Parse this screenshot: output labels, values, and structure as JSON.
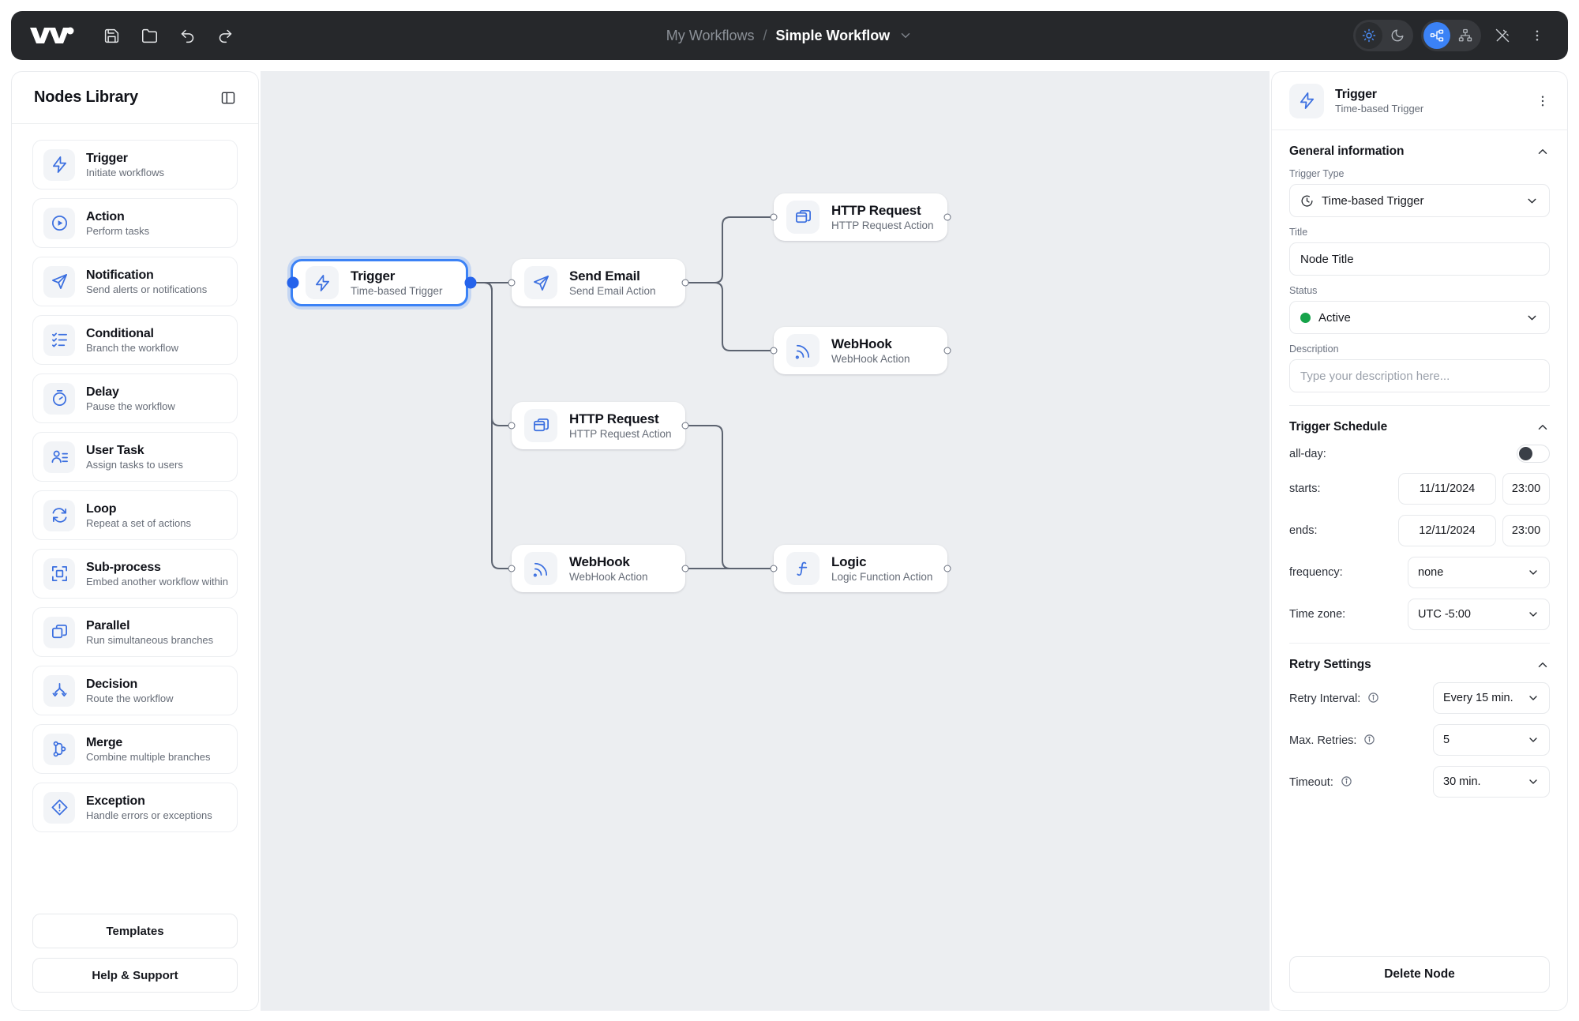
{
  "topbar": {
    "logo_name": "app-logo",
    "tools": [
      {
        "name": "save-icon",
        "label": "Save"
      },
      {
        "name": "open-folder-icon",
        "label": "Open"
      },
      {
        "name": "undo-icon",
        "label": "Undo"
      },
      {
        "name": "redo-icon",
        "label": "Redo"
      }
    ],
    "breadcrumb": {
      "parent": "My Workflows",
      "separator": "/",
      "current": "Simple Workflow"
    },
    "right_controls": {
      "theme": [
        {
          "name": "sun-icon",
          "label": "Light",
          "active": true
        },
        {
          "name": "moon-icon",
          "label": "Dark",
          "active": false
        }
      ],
      "layout": [
        {
          "name": "horizontal-layout-icon",
          "label": "Horizontal",
          "active": true
        },
        {
          "name": "vertical-layout-icon",
          "label": "Vertical",
          "active": false
        }
      ],
      "magic_wand": "magic-wand-icon",
      "more": "more-vertical-icon"
    }
  },
  "sidebar": {
    "title": "Nodes Library",
    "collapse_icon": "panel-collapse-icon",
    "items": [
      {
        "name": "Trigger",
        "desc": "Initiate workflows",
        "icon": "bolt-icon"
      },
      {
        "name": "Action",
        "desc": "Perform tasks",
        "icon": "play-circle-icon"
      },
      {
        "name": "Notification",
        "desc": "Send alerts or notifications",
        "icon": "send-icon"
      },
      {
        "name": "Conditional",
        "desc": "Branch the workflow",
        "icon": "checklist-icon"
      },
      {
        "name": "Delay",
        "desc": "Pause the workflow",
        "icon": "timer-icon"
      },
      {
        "name": "User Task",
        "desc": "Assign tasks to users",
        "icon": "user-list-icon"
      },
      {
        "name": "Loop",
        "desc": "Repeat a set of actions",
        "icon": "loop-icon"
      },
      {
        "name": "Sub-process",
        "desc": "Embed another workflow within",
        "icon": "subprocess-icon"
      },
      {
        "name": "Parallel",
        "desc": "Run simultaneous branches",
        "icon": "parallel-icon"
      },
      {
        "name": "Decision",
        "desc": "Route the workflow",
        "icon": "decision-icon"
      },
      {
        "name": "Merge",
        "desc": "Combine multiple branches",
        "icon": "merge-icon"
      },
      {
        "name": "Exception",
        "desc": "Handle errors or exceptions",
        "icon": "exception-icon"
      }
    ],
    "footer": {
      "templates": "Templates",
      "help": "Help & Support"
    }
  },
  "canvas": {
    "nodes": [
      {
        "id": "trigger",
        "title": "Trigger",
        "subtitle": "Time-based Trigger",
        "icon": "bolt-icon",
        "selected": true
      },
      {
        "id": "email",
        "title": "Send Email",
        "subtitle": "Send Email Action",
        "icon": "send-icon",
        "selected": false
      },
      {
        "id": "http1",
        "title": "HTTP Request",
        "subtitle": "HTTP Request Action",
        "icon": "window-icon",
        "selected": false
      },
      {
        "id": "hook1",
        "title": "WebHook",
        "subtitle": "WebHook Action",
        "icon": "rss-icon",
        "selected": false
      },
      {
        "id": "http2",
        "title": "HTTP Request",
        "subtitle": "HTTP Request Action",
        "icon": "window-icon",
        "selected": false
      },
      {
        "id": "hook2",
        "title": "WebHook",
        "subtitle": "WebHook Action",
        "icon": "rss-icon",
        "selected": false
      },
      {
        "id": "logic",
        "title": "Logic",
        "subtitle": "Logic Function Action",
        "icon": "function-icon",
        "selected": false
      }
    ],
    "edges": [
      {
        "from": "trigger",
        "to": "email"
      },
      {
        "from": "trigger",
        "to": "http2"
      },
      {
        "from": "trigger",
        "to": "hook2"
      },
      {
        "from": "email",
        "to": "http1"
      },
      {
        "from": "email",
        "to": "hook1"
      },
      {
        "from": "http2",
        "to": "logic"
      },
      {
        "from": "hook2",
        "to": "logic"
      }
    ]
  },
  "panel": {
    "header": {
      "title": "Trigger",
      "subtitle": "Time-based Trigger",
      "icon": "bolt-icon",
      "more": "more-vertical-icon"
    },
    "general": {
      "title": "General information",
      "trigger_type_label": "Trigger Type",
      "trigger_type_value": "Time-based Trigger",
      "trigger_type_icon": "clock-icon",
      "title_label": "Title",
      "title_value": "Node Title",
      "status_label": "Status",
      "status_value": "Active",
      "status_color": "#16a34a",
      "description_label": "Description",
      "description_placeholder": "Type your description here..."
    },
    "schedule": {
      "title": "Trigger Schedule",
      "allday_label": "all-day:",
      "allday_on": false,
      "starts_label": "starts:",
      "starts_date": "11/11/2024",
      "starts_time": "23:00",
      "ends_label": "ends:",
      "ends_date": "12/11/2024",
      "ends_time": "23:00",
      "frequency_label": "frequency:",
      "frequency_value": "none",
      "timezone_label": "Time zone:",
      "timezone_value": "UTC -5:00"
    },
    "retry": {
      "title": "Retry Settings",
      "interval_label": "Retry Interval:",
      "interval_value": "Every 15 min.",
      "max_label": "Max. Retries:",
      "max_value": "5",
      "timeout_label": "Timeout:",
      "timeout_value": "30 min."
    },
    "delete_label": "Delete Node"
  },
  "colors": {
    "accent": "#3b82f6",
    "icon_blue": "#3b6fe0",
    "status_green": "#16a34a",
    "canvas_bg": "#eceef1",
    "topbar_bg": "#26282b"
  }
}
